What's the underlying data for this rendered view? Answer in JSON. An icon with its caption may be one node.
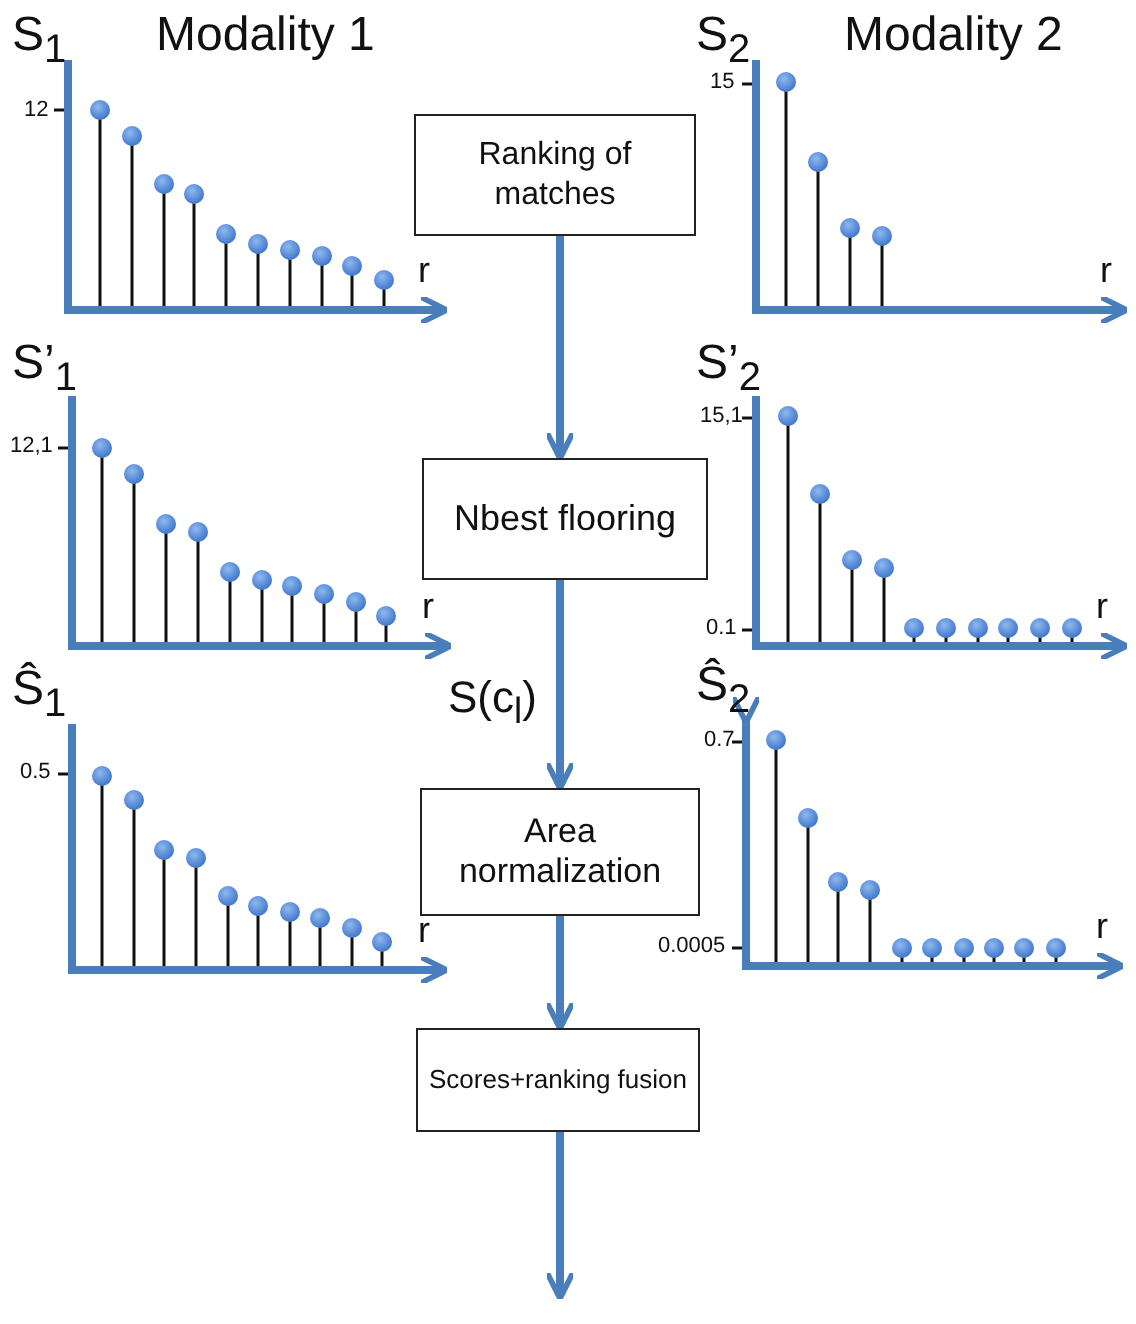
{
  "diagram": {
    "nodes": [
      {
        "text": [
          "Ranking of matches"
        ]
      },
      {
        "text": [
          "Nbest flooring"
        ]
      },
      {
        "text": [
          "Area normalization"
        ]
      },
      {
        "text": [
          "Scores+ranking fusion"
        ]
      }
    ],
    "edges": [
      {
        "from": 0,
        "to": 1,
        "arrow": "to"
      },
      {
        "from": 1,
        "to": 2,
        "arrow": "to",
        "label": "S(c$_{l}$)"
      },
      {
        "from": 2,
        "to": 3,
        "arrow": "to"
      },
      {
        "from": 3,
        "to": null,
        "arrow": "to"
      }
    ],
    "labels": [
      "S$_{1}$",
      "Modality 1",
      "S$_{2}$",
      "Modality 2",
      "12",
      "15",
      "r",
      "r",
      "S’$_{1}$",
      "S’$_{2}$",
      "12,1",
      "15,1",
      "r",
      "0.1",
      "r",
      "Ŝ$_{1}$",
      "Ŝ$_{2}$",
      "0.5",
      "0.7",
      "r",
      "0.0005",
      "r"
    ]
  }
}
